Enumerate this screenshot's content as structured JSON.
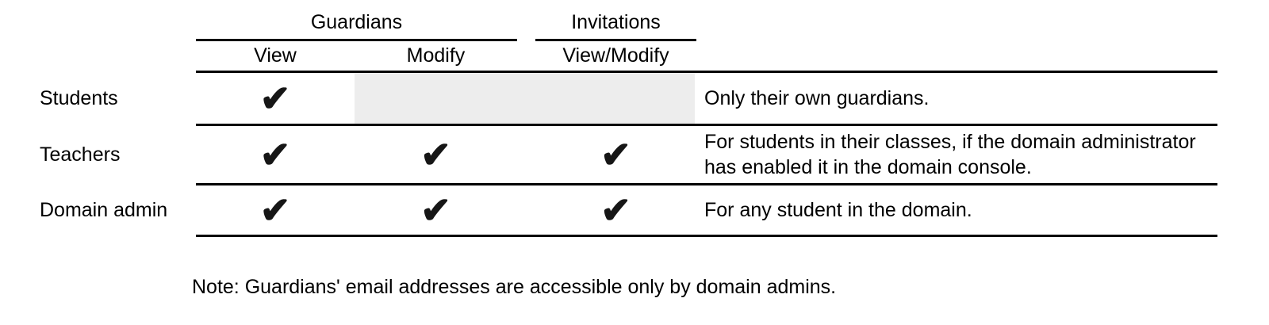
{
  "colors": {
    "text": "#000000",
    "line": "#000000",
    "disabled_cell": "#ededed",
    "check": "#161616"
  },
  "table": {
    "groups": [
      {
        "label": "Guardians"
      },
      {
        "label": "Invitations"
      }
    ],
    "columns": [
      {
        "label": "View",
        "group": "Guardians"
      },
      {
        "label": "Modify",
        "group": "Guardians"
      },
      {
        "label": "View/Modify",
        "group": "Invitations"
      }
    ],
    "check_glyph": "✔",
    "rows": [
      {
        "label": "Students",
        "checks": [
          "✔",
          "",
          ""
        ],
        "disabled_columns": [
          "Modify",
          "View/Modify"
        ],
        "note_lines": [
          "Only their own guardians."
        ]
      },
      {
        "label": "Teachers",
        "checks": [
          "✔",
          "✔",
          "✔"
        ],
        "disabled_columns": [],
        "note_lines": [
          "For students in their classes, if the domain administrator",
          "has enabled it in the domain console."
        ]
      },
      {
        "label": "Domain admin",
        "checks": [
          "✔",
          "✔",
          "✔"
        ],
        "disabled_columns": [],
        "note_lines": [
          "For any student in the domain."
        ]
      }
    ]
  },
  "footnote": "Note: Guardians' email addresses are accessible only by domain admins."
}
